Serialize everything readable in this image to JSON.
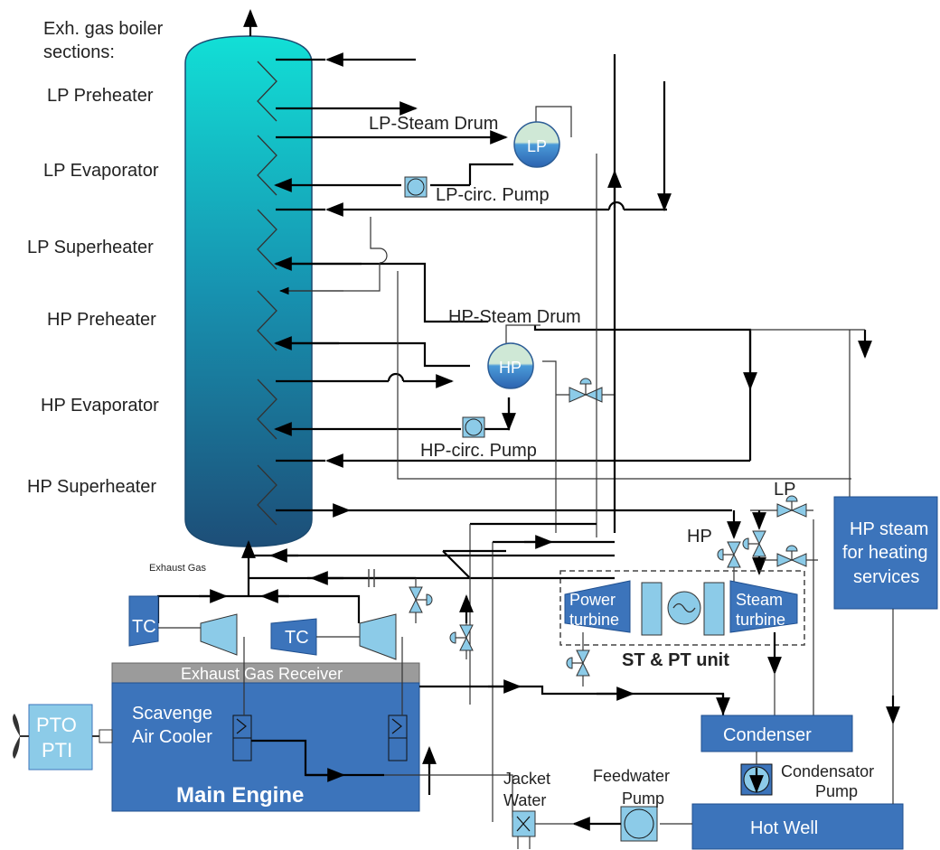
{
  "boiler": {
    "heading_line1": "Exh. gas boiler",
    "heading_line2": "sections:",
    "sections": [
      "LP Preheater",
      "LP Evaporator",
      "LP Superheater",
      "HP Preheater",
      "HP Evaporator",
      "HP Superheater"
    ]
  },
  "lp_drum": {
    "title": "LP-Steam Drum",
    "tag": "LP"
  },
  "hp_drum": {
    "title": "HP-Steam Drum",
    "tag": "HP"
  },
  "lp_pump": "LP-circ. Pump",
  "hp_pump": "HP-circ. Pump",
  "valves": {
    "lp": "LP",
    "hp": "HP"
  },
  "exhaust_gas": "Exhaust Gas",
  "tc": [
    "TC",
    "TC"
  ],
  "receiver": "Exhaust Gas Receiver",
  "scavenge_line1": "Scavenge",
  "scavenge_line2": "Air Cooler",
  "main_engine": "Main Engine",
  "pto_line1": "PTO",
  "pto_line2": "PTI",
  "power_turbine_line1": "Power",
  "power_turbine_line2": "turbine",
  "steam_turbine_line1": "Steam",
  "steam_turbine_line2": "turbine",
  "st_pt_unit": "ST & PT unit",
  "hp_steam_line1": "HP steam",
  "hp_steam_line2": "for heating",
  "hp_steam_line3": "services",
  "condenser": "Condenser",
  "condensator_pump_line1": "Condensator",
  "condensator_pump_line2": "Pump",
  "hot_well": "Hot Well",
  "feedwater_pump_line1": "Feedwater",
  "feedwater_pump_line2": "Pump",
  "jacket_water_line1": "Jacket",
  "jacket_water_line2": "Water",
  "colors": {
    "boiler_top": "#12dfd6",
    "boiler_bottom": "#1d4e78",
    "component": "#3c74bb",
    "light_blue": "#8ccbe8",
    "receiver_gray": "#9b9b9b"
  }
}
